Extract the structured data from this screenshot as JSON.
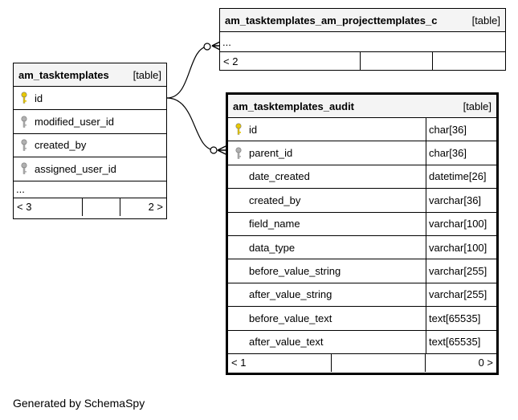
{
  "tables": {
    "project": {
      "name": "am_tasktemplates_am_projecttemplates_c",
      "kind": "[table]",
      "more": "...",
      "footer": [
        "< 2",
        "",
        ""
      ]
    },
    "main": {
      "name": "am_tasktemplates",
      "kind": "[table]",
      "columns": [
        {
          "name": "id",
          "key": "primary"
        },
        {
          "name": "modified_user_id",
          "key": "foreign"
        },
        {
          "name": "created_by",
          "key": "foreign"
        },
        {
          "name": "assigned_user_id",
          "key": "foreign"
        }
      ],
      "more": "...",
      "footer": [
        "< 3",
        "",
        "2 >"
      ]
    },
    "audit": {
      "name": "am_tasktemplates_audit",
      "kind": "[table]",
      "columns": [
        {
          "name": "id",
          "type": "char[36]",
          "key": "primary"
        },
        {
          "name": "parent_id",
          "type": "char[36]",
          "key": "foreign"
        },
        {
          "name": "date_created",
          "type": "datetime[26]",
          "key": ""
        },
        {
          "name": "created_by",
          "type": "varchar[36]",
          "key": ""
        },
        {
          "name": "field_name",
          "type": "varchar[100]",
          "key": ""
        },
        {
          "name": "data_type",
          "type": "varchar[100]",
          "key": ""
        },
        {
          "name": "before_value_string",
          "type": "varchar[255]",
          "key": ""
        },
        {
          "name": "after_value_string",
          "type": "varchar[255]",
          "key": ""
        },
        {
          "name": "before_value_text",
          "type": "text[65535]",
          "key": ""
        },
        {
          "name": "after_value_text",
          "type": "text[65535]",
          "key": ""
        }
      ],
      "footer": [
        "< 1",
        "",
        "0 >"
      ]
    }
  },
  "credit": "Generated by SchemaSpy",
  "colors": {
    "primary_key": "#e8c800",
    "foreign_key": "#b0b0b0",
    "header_bg": "#f4f4f4"
  }
}
